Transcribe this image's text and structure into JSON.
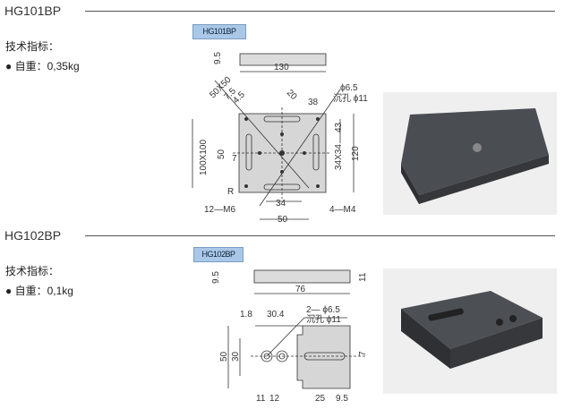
{
  "sections": [
    {
      "title": "HG101BP",
      "spec_heading": "技术指标：",
      "bullet": "●",
      "spec": "自重：0,35kg",
      "tag": "HG101BP",
      "dims": {
        "thk": "9.5",
        "len": "130",
        "d1": "50X50",
        "d2": "7.5",
        "d3": "4.5",
        "d4": "20",
        "d5": "38",
        "hole": "ϕ6.5",
        "cbore": "沉孔 ϕ11",
        "d6": "43",
        "d7": "34X34",
        "d8": "120",
        "d9": "100X100",
        "d10": "50",
        "d11": "7",
        "r": "R",
        "m6": "12—M6",
        "d12": "34",
        "m4": "4—M4",
        "d13": "50"
      }
    },
    {
      "title": "HG102BP",
      "spec_heading": "技术指标：",
      "bullet": "●",
      "spec": "自重：0,1kg",
      "tag": "HG102BP",
      "dims": {
        "thk": "9.5",
        "h": "11",
        "len": "76",
        "d1": "1.8",
        "d2": "30.4",
        "hole": "2— ϕ6.5",
        "cbore": "沉孔 ϕ11",
        "d3": "50",
        "d4": "30",
        "d5": "7",
        "d6": "11",
        "d7": "12",
        "d8": "25",
        "d9": "9.5"
      }
    }
  ]
}
